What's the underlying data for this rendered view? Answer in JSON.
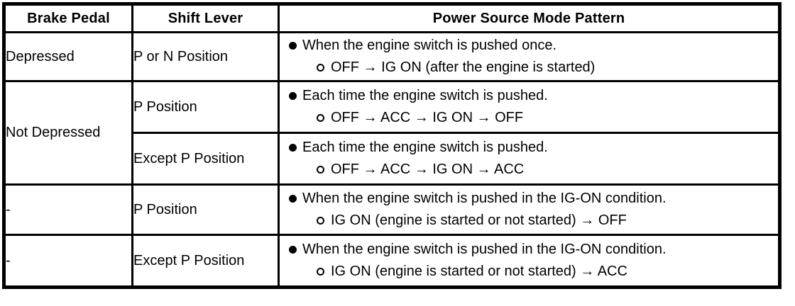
{
  "table": {
    "headers": [
      "Brake Pedal",
      "Shift Lever",
      "Power Source Mode Pattern"
    ],
    "rows": [
      {
        "brake_pedal": "Depressed",
        "shift_lever": "P or N Position",
        "pattern_main": "When the engine switch is pushed once.",
        "pattern_sub": "OFF → IG ON (after the engine is started)"
      },
      {
        "brake_pedal": "Not Depressed",
        "shift_lever": "P Position",
        "pattern_main": "Each time the engine switch is pushed.",
        "pattern_sub": "OFF → ACC → IG ON → OFF"
      },
      {
        "shift_lever": "Except P Position",
        "pattern_main": "Each time the engine switch is pushed.",
        "pattern_sub": "OFF → ACC → IG ON → ACC"
      },
      {
        "brake_pedal": "-",
        "shift_lever": "P Position",
        "pattern_main": "When the engine switch is pushed in the IG-ON condition.",
        "pattern_sub": "IG ON (engine is started or not started) → OFF"
      },
      {
        "brake_pedal": "-",
        "shift_lever": "Except P Position",
        "pattern_main": "When the engine switch is pushed in the IG-ON condition.",
        "pattern_sub": "IG ON (engine is started or not started) → ACC"
      }
    ],
    "colors": {
      "border": "#000000",
      "text": "#000000",
      "background": "#ffffff"
    }
  }
}
